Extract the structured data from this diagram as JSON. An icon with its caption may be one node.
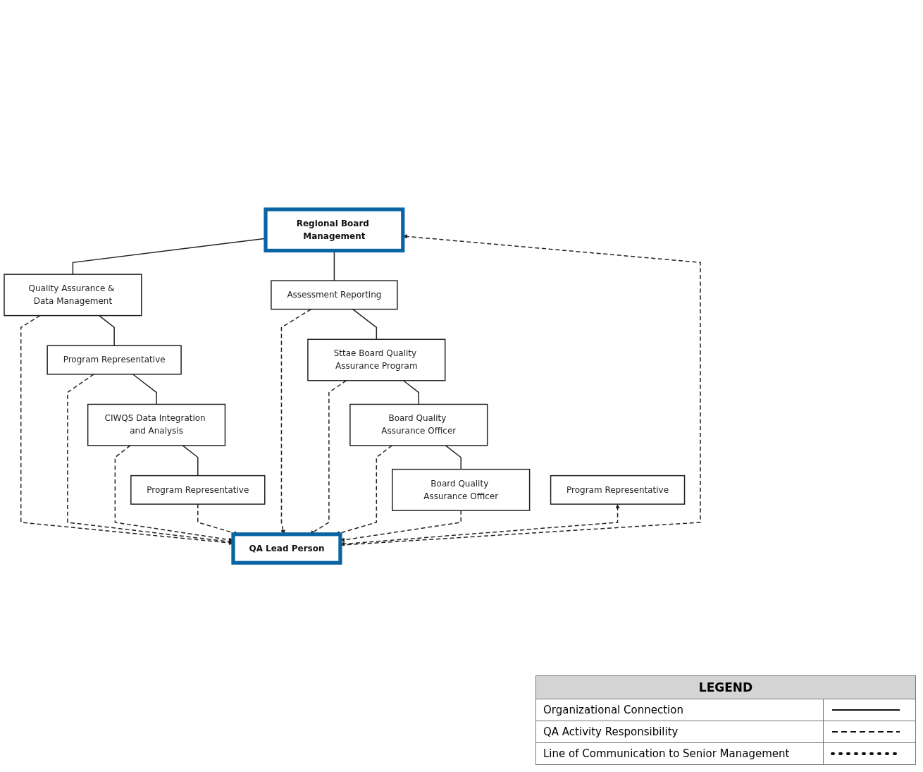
{
  "diagram": {
    "nodes": [
      {
        "text": [
          "Regional Board Management"
        ]
      },
      {
        "text": [
          "Quality Assurance & Data Management"
        ]
      },
      {
        "text": [
          "Assessment Reporting"
        ]
      },
      {
        "text": [
          "Program Representative"
        ]
      },
      {
        "text": [
          "Sttae Board Quality Assurance Program"
        ]
      },
      {
        "text": [
          "CIWQS Data Integration and Analysis"
        ]
      },
      {
        "text": [
          "Board Quality Assurance Officer"
        ]
      },
      {
        "text": [
          "Program Representative"
        ]
      },
      {
        "text": [
          "Board Quality Assurance Officer"
        ]
      },
      {
        "text": [
          "Program Representative"
        ]
      },
      {
        "text": [
          "QA Lead Person"
        ]
      }
    ],
    "edges": [
      {
        "from": 0,
        "to": 1,
        "arrow": "none"
      },
      {
        "from": 0,
        "to": 2,
        "arrow": "none"
      },
      {
        "from": 1,
        "to": 3,
        "arrow": "none"
      },
      {
        "from": 3,
        "to": 5,
        "arrow": "none"
      },
      {
        "from": 5,
        "to": 7,
        "arrow": "none"
      },
      {
        "from": 2,
        "to": 4,
        "arrow": "none"
      },
      {
        "from": 4,
        "to": 6,
        "arrow": "none"
      },
      {
        "from": 6,
        "to": 8,
        "arrow": "none"
      },
      {
        "from": 1,
        "to": 10,
        "arrow": "to",
        "style": "dashed"
      },
      {
        "from": 3,
        "to": 10,
        "arrow": "to",
        "style": "dashed"
      },
      {
        "from": 5,
        "to": 10,
        "arrow": "to",
        "style": "dashed"
      },
      {
        "from": 7,
        "to": 10,
        "arrow": "to",
        "style": "dashed"
      },
      {
        "from": 2,
        "to": 10,
        "arrow": "to",
        "style": "dashed"
      },
      {
        "from": 4,
        "to": 10,
        "arrow": "to",
        "style": "dashed"
      },
      {
        "from": 6,
        "to": 10,
        "arrow": "to",
        "style": "dashed"
      },
      {
        "from": 8,
        "to": 10,
        "arrow": "to",
        "style": "dashed"
      },
      {
        "from": 9,
        "to": 10,
        "arrow": "both",
        "style": "dashed"
      },
      {
        "from": 10,
        "to": 0,
        "arrow": "to",
        "style": "dashed"
      }
    ],
    "labels": [
      "LEGEND"
    ],
    "legend": [
      {
        "text": "Organizational Connection"
      },
      {
        "text": "QA Activity Responsibility"
      },
      {
        "text": "Line of Communication to Senior Management"
      }
    ]
  }
}
